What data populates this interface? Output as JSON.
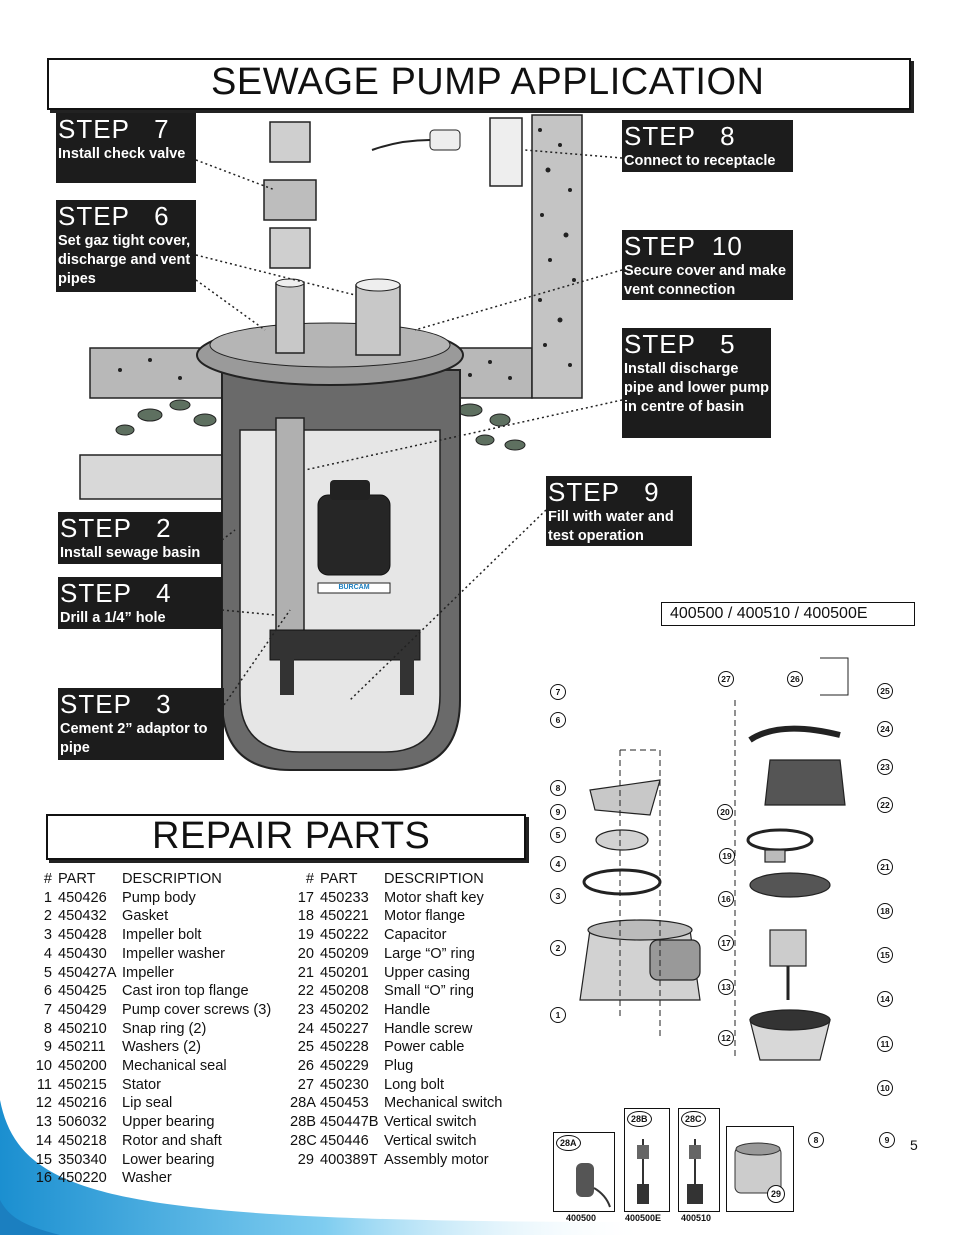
{
  "header": {
    "title": "SEWAGE PUMP APPLICATION"
  },
  "steps": [
    {
      "id": "7",
      "label": "STEP   7",
      "desc": "Install check valve"
    },
    {
      "id": "6",
      "label": "STEP   6",
      "desc": "Set gaz tight cover, discharge and vent pipes"
    },
    {
      "id": "8",
      "label": "STEP   8",
      "desc": "Connect to receptacle"
    },
    {
      "id": "10",
      "label": "STEP  10",
      "desc": "Secure cover and make vent connection"
    },
    {
      "id": "5",
      "label": "STEP   5",
      "desc": "Install discharge pipe and lower pump in centre of basin"
    },
    {
      "id": "9",
      "label": "STEP   9",
      "desc": "Fill with water and test operation"
    },
    {
      "id": "2",
      "label": "STEP   2",
      "desc": "Install sewage basin"
    },
    {
      "id": "4",
      "label": "STEP   4",
      "desc": "Drill a 1/4” hole"
    },
    {
      "id": "3",
      "label": "STEP   3",
      "desc": "Cement 2” adaptor to pipe"
    }
  ],
  "pump_brand": "BURCAM",
  "repair": {
    "title": "REPAIR PARTS",
    "model_numbers": "400500 / 400510 / 400500E",
    "headers": {
      "num": "#",
      "part": "PART",
      "desc": "DESCRIPTION"
    },
    "left": [
      {
        "num": "1",
        "part": "450426",
        "desc": "Pump body"
      },
      {
        "num": "2",
        "part": "450432",
        "desc": "Gasket"
      },
      {
        "num": "3",
        "part": "450428",
        "desc": "Impeller bolt"
      },
      {
        "num": "4",
        "part": "450430",
        "desc": "Impeller washer"
      },
      {
        "num": "5",
        "part": "450427A",
        "desc": "Impeller"
      },
      {
        "num": "6",
        "part": "450425",
        "desc": "Cast iron top flange"
      },
      {
        "num": "7",
        "part": "450429",
        "desc": "Pump cover screws (3)"
      },
      {
        "num": "8",
        "part": "450210",
        "desc": "Snap ring (2)"
      },
      {
        "num": "9",
        "part": "450211",
        "desc": "Washers (2)"
      },
      {
        "num": "10",
        "part": "450200",
        "desc": "Mechanical seal"
      },
      {
        "num": "11",
        "part": "450215",
        "desc": "Stator"
      },
      {
        "num": "12",
        "part": "450216",
        "desc": "Lip seal"
      },
      {
        "num": "13",
        "part": "506032",
        "desc": "Upper bearing"
      },
      {
        "num": "14",
        "part": "450218",
        "desc": "Rotor and shaft"
      },
      {
        "num": "15",
        "part": "350340",
        "desc": "Lower bearing"
      },
      {
        "num": "16",
        "part": "450220",
        "desc": "Washer"
      }
    ],
    "right": [
      {
        "num": "17",
        "part": "450233",
        "desc": "Motor shaft key"
      },
      {
        "num": "18",
        "part": "450221",
        "desc": "Motor flange"
      },
      {
        "num": "19",
        "part": "450222",
        "desc": "Capacitor"
      },
      {
        "num": "20",
        "part": "450209",
        "desc": "Large “O” ring"
      },
      {
        "num": "21",
        "part": "450201",
        "desc": "Upper casing"
      },
      {
        "num": "22",
        "part": "450208",
        "desc": "Small “O” ring"
      },
      {
        "num": "23",
        "part": "450202",
        "desc": "Handle"
      },
      {
        "num": "24",
        "part": "450227",
        "desc": "Handle screw"
      },
      {
        "num": "25",
        "part": "450228",
        "desc": "Power cable"
      },
      {
        "num": "26",
        "part": "450229",
        "desc": "Plug"
      },
      {
        "num": "27",
        "part": "450230",
        "desc": "Long bolt"
      },
      {
        "num": "28A",
        "part": "450453",
        "desc": "Mechanical switch"
      },
      {
        "num": "28B",
        "part": "450447B",
        "desc": "Vertical switch"
      },
      {
        "num": "28C",
        "part": "450446",
        "desc": "Vertical switch"
      },
      {
        "num": "29",
        "part": "400389T",
        "desc": "Assembly motor"
      }
    ]
  },
  "callouts": [
    "7",
    "6",
    "8",
    "9",
    "5",
    "4",
    "3",
    "2",
    "1",
    "27",
    "26",
    "25",
    "24",
    "23",
    "22",
    "20",
    "19",
    "21",
    "16",
    "18",
    "17",
    "15",
    "13",
    "14",
    "12",
    "11",
    "10",
    "8",
    "9"
  ],
  "thumbnails": [
    {
      "tag": "28A",
      "caption": "400500"
    },
    {
      "tag": "28B",
      "caption": "400500E"
    },
    {
      "tag": "28C",
      "caption": "400510"
    },
    {
      "tag": "29",
      "caption": ""
    }
  ],
  "page_number": "5",
  "colors": {
    "step_bg": "#1c1c1c",
    "concrete": "#b9b9b9",
    "rock": "#5e7060",
    "accent_blue": "#29a8df"
  }
}
